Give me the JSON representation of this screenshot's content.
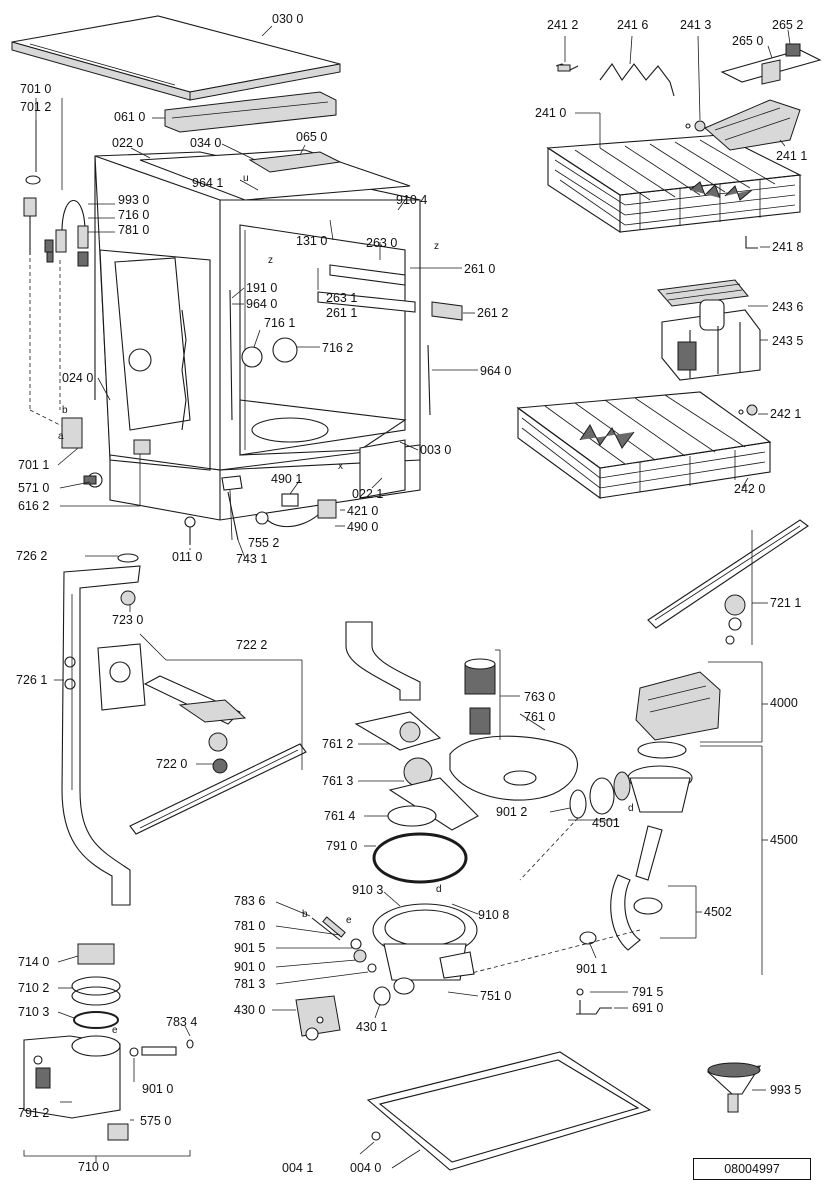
{
  "document_number": "08004997",
  "labels": {
    "l0300": "030 0",
    "l2412": "241 2",
    "l2416": "241 6",
    "l2413": "241 3",
    "l2652": "265 2",
    "l2650": "265 0",
    "l7010": "701 0",
    "l7012": "701 2",
    "l0610": "061 0",
    "l2410": "241 0",
    "l0220": "022 0",
    "l0340": "034 0",
    "l0650": "065 0",
    "l2411": "241 1",
    "l9641a": "964 1",
    "lu": "u",
    "l9930": "993 0",
    "l7160": "716 0",
    "l7810a": "781 0",
    "l9104": "910 4",
    "l2630": "263 0",
    "l1310": "131 0",
    "lz1": "z",
    "lz2": "z",
    "l2418": "241 8",
    "l2610": "261 0",
    "l1910": "191 0",
    "l9640a": "964 0",
    "l2631": "263 1",
    "l2611": "261 1",
    "l2612": "261 2",
    "l2436": "243 6",
    "l7161": "716 1",
    "l7162": "716 2",
    "l2435": "243 5",
    "l0240": "024 0",
    "l9640b": "964 0",
    "lb1": "b",
    "la1": "a",
    "l2421": "242 1",
    "l7011": "701 1",
    "l0030": "003 0",
    "l4901": "490 1",
    "lx": "x",
    "l5710": "571 0",
    "l0221": "022 1",
    "l2420": "242 0",
    "l6162": "616 2",
    "l4210": "421 0",
    "l4900": "490 0",
    "l7552": "755 2",
    "l0110": "011 0",
    "l7431": "743 1",
    "l7262": "726 2",
    "l7211": "721 1",
    "l7230": "723 0",
    "l7222": "722 2",
    "l7261": "726 1",
    "l7630": "763 0",
    "l4000": "4000",
    "l7610": "761 0",
    "l7220": "722 0",
    "l7612": "761 2",
    "l7613": "761 3",
    "l9012": "901 2",
    "ld1": "d",
    "l4501": "4501",
    "l7614": "761 4",
    "l4500": "4500",
    "l7910": "791 0",
    "l9103": "910 3",
    "ld2": "d",
    "l7836": "783 6",
    "lb2": "b",
    "le1": "e",
    "l9108": "910 8",
    "l4502": "4502",
    "l7810b": "781 0",
    "l9015": "901 5",
    "l7140": "714 0",
    "l9010a": "901 0",
    "l9011": "901 1",
    "l7813": "781 3",
    "l7510": "751 0",
    "l7102": "710 2",
    "l7915": "791 5",
    "l7103": "710 3",
    "l7834": "783 4",
    "l4300": "430 0",
    "l6910": "691 0",
    "le2": "e",
    "l4301": "430 1",
    "l9010b": "901 0",
    "l9935": "993 5",
    "l7912": "791 2",
    "l5750": "575 0",
    "l0041": "004 1",
    "l0040": "004 0",
    "l7100": "710 0"
  }
}
